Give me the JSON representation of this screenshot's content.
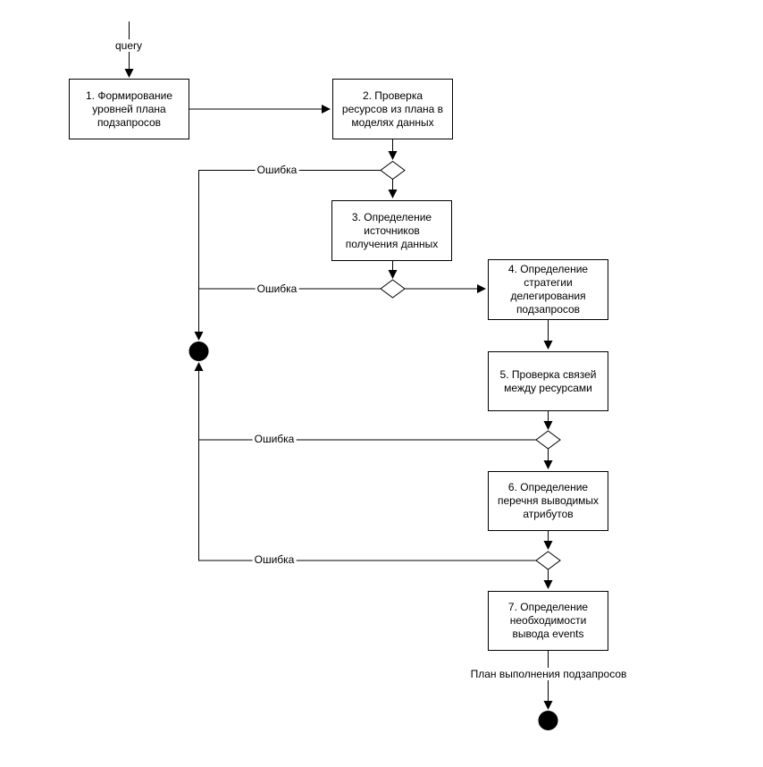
{
  "diagram": {
    "type": "activity-flowchart",
    "nodes": [
      {
        "id": "step-1",
        "label": "1. Формирование\nуровней плана\nподзапросов"
      },
      {
        "id": "step-2",
        "label": "2. Проверка\nресурсов из плана в\nмоделях данных"
      },
      {
        "id": "step-3",
        "label": "3. Определение\nисточников\nполучения данных"
      },
      {
        "id": "step-4",
        "label": "4. Определение\nстратегии\nделегирования\nподзапросов"
      },
      {
        "id": "step-5",
        "label": "5. Проверка связей\nмежду ресурсами"
      },
      {
        "id": "step-6",
        "label": "6. Определение\nперечня выводимых\nатрибутов"
      },
      {
        "id": "step-7",
        "label": "7. Определение\nнеобходимости\nвывода events"
      }
    ],
    "edge_labels": {
      "start": "query",
      "error_1": "Ошибка",
      "error_2": "Ошибка",
      "error_3": "Ошибка",
      "error_4": "Ошибка",
      "output": "План выполнения подзапросов"
    },
    "colors": {
      "background": "#ffffff",
      "node_fill": "#ffffff",
      "stroke": "#000000",
      "text": "#000000"
    }
  }
}
